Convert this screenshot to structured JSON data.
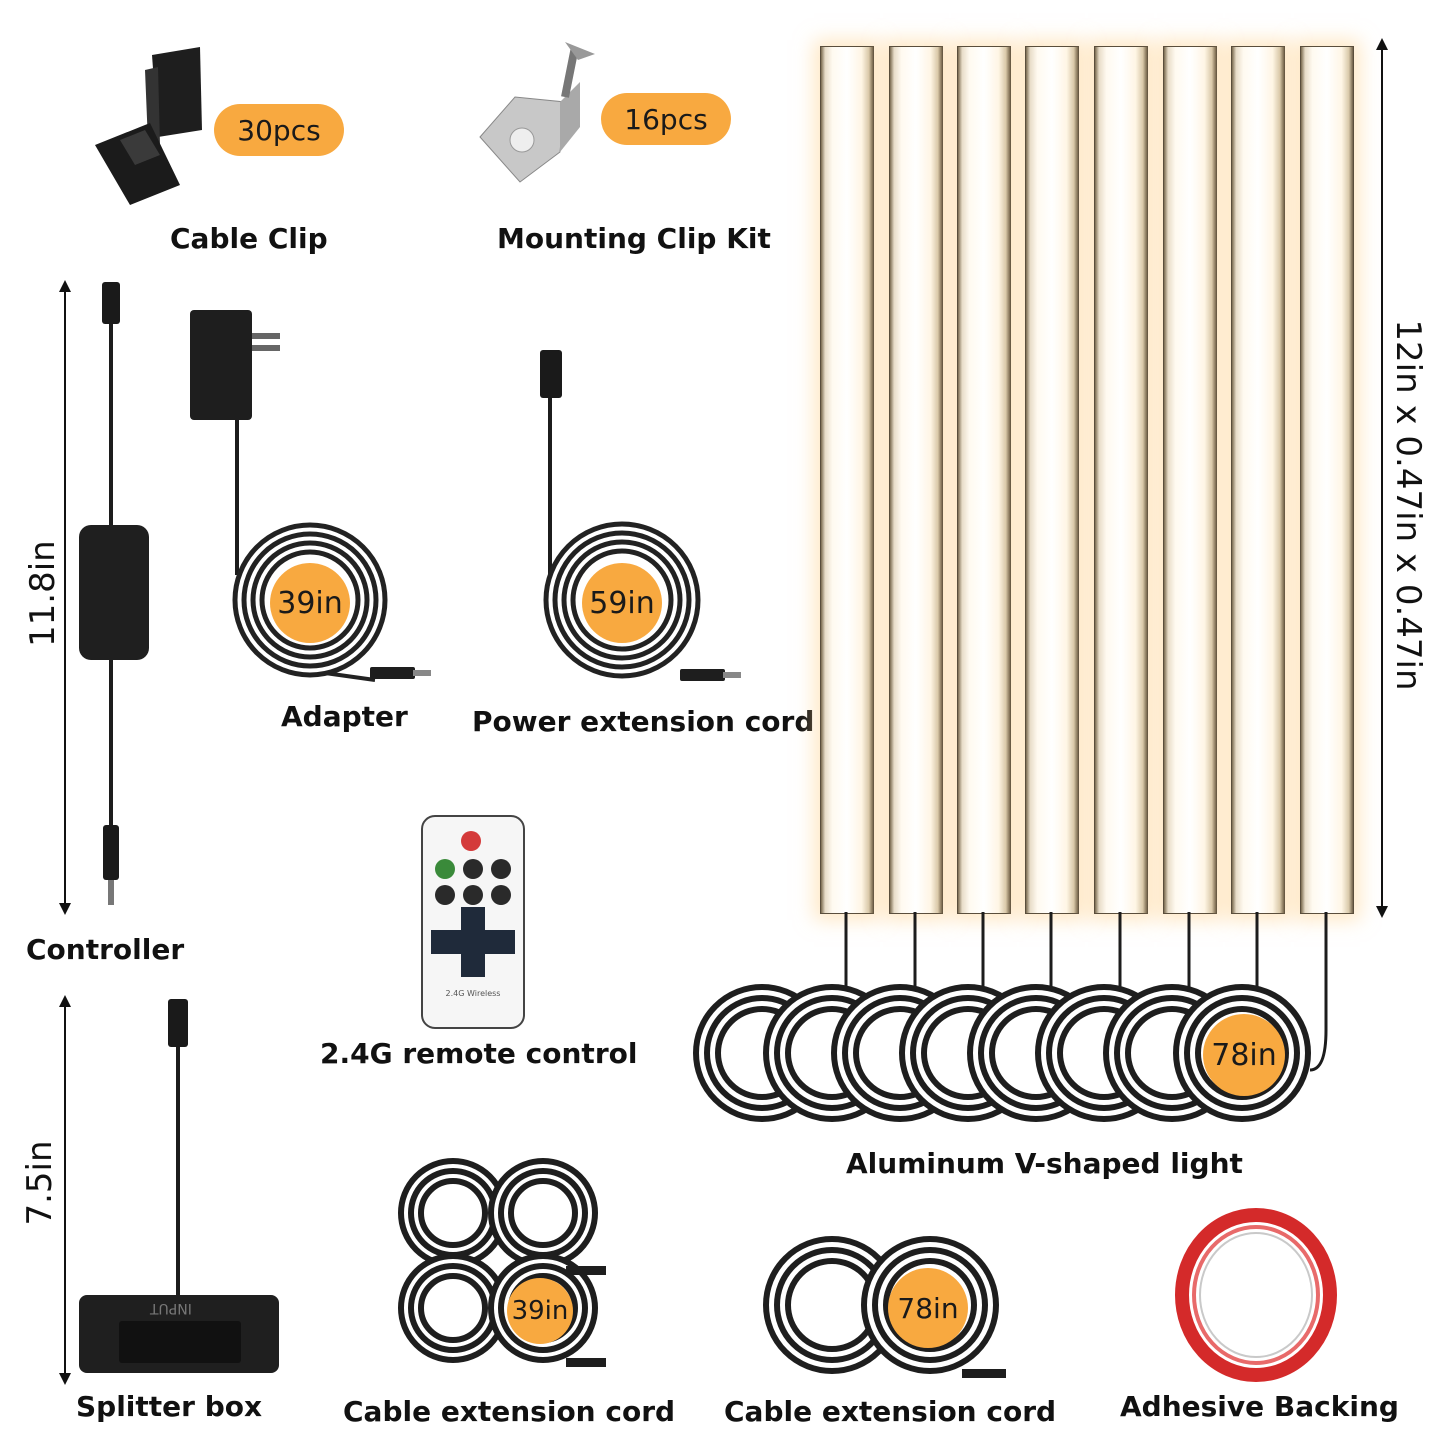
{
  "items": {
    "cable_clip": {
      "label": "Cable Clip",
      "qty": "30pcs"
    },
    "mounting_clip": {
      "label": "Mounting Clip Kit",
      "qty": "16pcs"
    },
    "controller": {
      "label": "Controller",
      "length": "11.8in"
    },
    "adapter": {
      "label": "Adapter",
      "length": "39in"
    },
    "power_ext": {
      "label": "Power extension cord",
      "length": "59in"
    },
    "remote": {
      "label": "2.4G remote control",
      "brand_text": "2.4G Wireless"
    },
    "light": {
      "label": "Aluminum V-shaped light",
      "dims": "12in x 0.47in x 0.47in",
      "cable_length": "78in"
    },
    "splitter": {
      "label": "Splitter box",
      "length": "7.5in",
      "port_text": "INPUT"
    },
    "cable_ext_39": {
      "label": "Cable extension cord",
      "length": "39in"
    },
    "cable_ext_78": {
      "label": "Cable extension cord",
      "length": "78in"
    },
    "adhesive": {
      "label": "Adhesive Backing"
    }
  },
  "colors": {
    "badge": "#f8a940",
    "cable": "#222222",
    "light_glow": "#ffd696"
  }
}
